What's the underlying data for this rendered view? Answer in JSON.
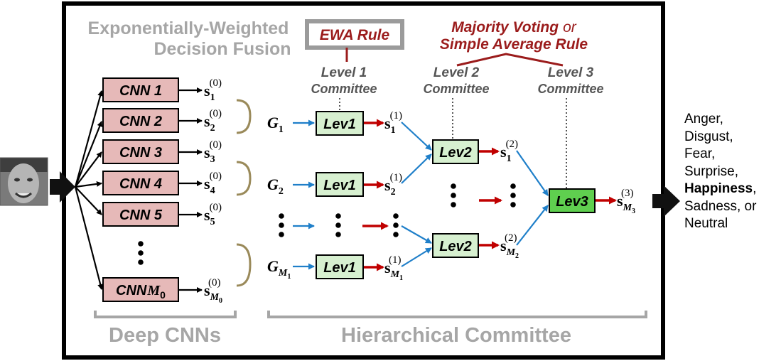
{
  "title": {
    "line1": "Exponentially-Weighted",
    "line2": "Decision Fusion"
  },
  "rules": {
    "ewa": "EWA Rule",
    "majority_line1": "Majority Voting",
    "majority_or": "or",
    "majority_line2": "Simple Average Rule"
  },
  "levels": [
    {
      "line1": "Level 1",
      "line2": "Committee"
    },
    {
      "line1": "Level 2",
      "line2": "Committee"
    },
    {
      "line1": "Level 3",
      "line2": "Committee"
    }
  ],
  "cnns": [
    {
      "label": "CNN 1",
      "score_sub": "1"
    },
    {
      "label": "CNN 2",
      "score_sub": "2"
    },
    {
      "label": "CNN 3",
      "score_sub": "3"
    },
    {
      "label": "CNN 4",
      "score_sub": "4"
    },
    {
      "label": "CNN 5",
      "score_sub": "5"
    }
  ],
  "cnn_last": {
    "label": "CNN",
    "label_var": "M",
    "label_sub": "0",
    "score_sub_var": "M",
    "score_sub_sub": "0"
  },
  "score_symbol": "s",
  "score_sup_level0": "(0)",
  "groups": [
    {
      "symbol": "G",
      "sub": "1"
    },
    {
      "symbol": "G",
      "sub": "2"
    },
    {
      "symbol": "G",
      "sub_var": "M",
      "sub_sub": "1"
    }
  ],
  "lev1": {
    "label": "Lev1",
    "scores": [
      {
        "sup": "(1)",
        "sub": "1"
      },
      {
        "sup": "(1)",
        "sub": "2"
      },
      {
        "sup": "(1)",
        "sub_var": "M",
        "sub_sub": "1"
      }
    ]
  },
  "lev2": {
    "label": "Lev2",
    "scores": [
      {
        "sup": "(2)",
        "sub": "1"
      },
      {
        "sup": "(2)",
        "sub_var": "M",
        "sub_sub": "2"
      }
    ]
  },
  "lev3": {
    "label": "Lev3",
    "score": {
      "sup": "(3)",
      "sub_var": "M",
      "sub_sub": "3"
    }
  },
  "sections": {
    "deep": "Deep CNNs",
    "hier": "Hierarchical Committee"
  },
  "outputs": [
    {
      "text": "Anger,",
      "bold": false
    },
    {
      "text": "Disgust,",
      "bold": false
    },
    {
      "text": "Fear,",
      "bold": false
    },
    {
      "text": "Surprise,",
      "bold": false
    },
    {
      "text": "Happiness",
      "bold": true,
      "suffix": ","
    },
    {
      "text": "Sadness, or",
      "bold": false
    },
    {
      "text": "Neutral",
      "bold": false
    }
  ],
  "colors": {
    "frame": "#000000",
    "cnn_fill": "#e6b9b8",
    "lev_light": "#d7f0d0",
    "lev_dark": "#5fcf4f",
    "blue": "#1f7fc9",
    "red": "#c00000",
    "dark_red": "#9b1c1c",
    "gray": "#9b9b9b",
    "brace": "#9a8a5a"
  }
}
